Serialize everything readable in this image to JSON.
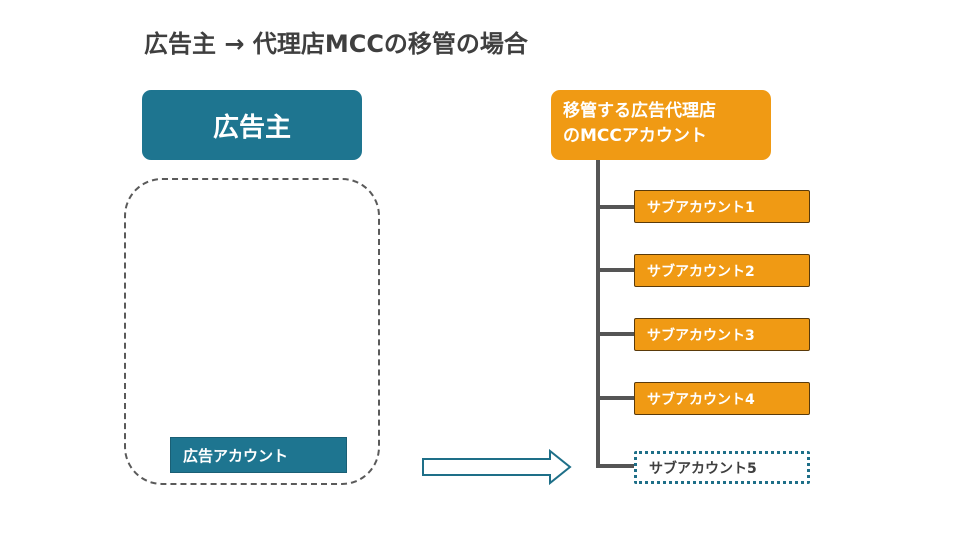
{
  "title": "広告主 → 代理店MCCの移管の場合",
  "advertiser": {
    "label": "広告主"
  },
  "ad_account": {
    "label": "広告アカウント"
  },
  "mcc": {
    "line1": "移管する広告代理店",
    "line2": "のMCCアカウント"
  },
  "sub_accounts": [
    {
      "label": "サブアカウント1"
    },
    {
      "label": "サブアカウント2"
    },
    {
      "label": "サブアカウント3"
    },
    {
      "label": "サブアカウント4"
    },
    {
      "label": "サブアカウント5"
    }
  ],
  "colors": {
    "teal": "#1e7590",
    "orange": "#f09a14",
    "dotted_border": "#1e6f88",
    "connector": "#555555"
  }
}
